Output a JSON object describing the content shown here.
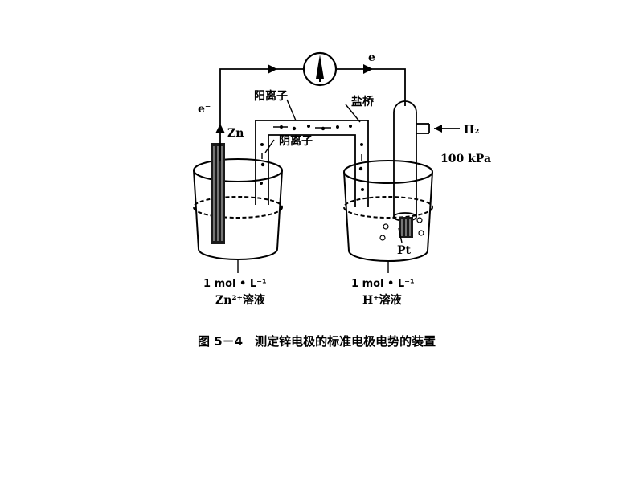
{
  "diagram": {
    "labels": {
      "electron_top": "e⁻",
      "electron_left": "e⁻",
      "zn": "Zn",
      "cation": "阳离子",
      "salt_bridge": "盐桥",
      "anion": "阴离子",
      "h2": "H₂",
      "pressure": "100 kPa",
      "pt": "Pt",
      "left_conc": "1 mol • L⁻¹",
      "left_solution": "Zn²⁺溶液",
      "right_conc": "1 mol • L⁻¹",
      "right_solution": "H⁺溶液"
    },
    "caption": "图 5－4　测定锌电极的标准电极电势的装置"
  },
  "colors": {
    "ink": "#000000",
    "background": "#ffffff"
  }
}
